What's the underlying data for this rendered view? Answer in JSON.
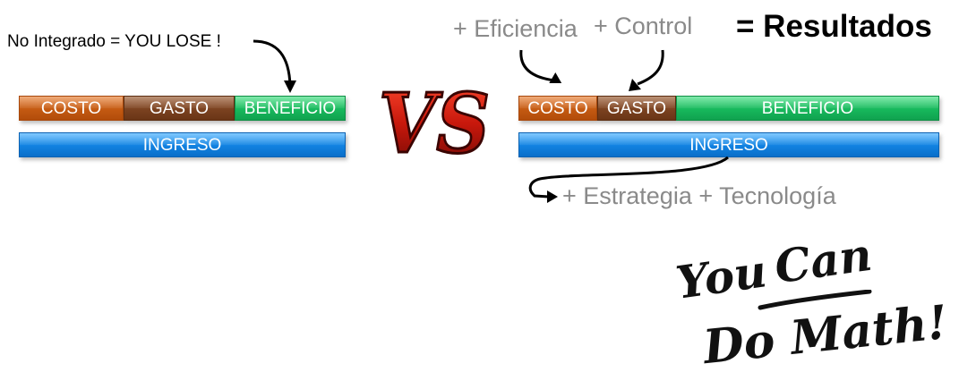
{
  "left": {
    "caption": "No Integrado = YOU LOSE !",
    "segments": [
      "COSTO",
      "GASTO",
      "BENEFICIO"
    ],
    "income": "INGRESO"
  },
  "vs_label": "VS",
  "right": {
    "annotations": {
      "efficiency": "+ Eficiencia",
      "control": "+ Control",
      "result": "= Resultados",
      "strategy": "+ Estrategia + Tecnología"
    },
    "segments": [
      "COSTO",
      "GASTO",
      "BENEFICIO"
    ],
    "income": "INGRESO"
  },
  "slogan": {
    "line1_a": "You",
    "line1_b": "Can",
    "line2": "Do Math!"
  },
  "colors": {
    "cost": "#c45a12",
    "expense": "#7b4220",
    "profit": "#17b85c",
    "income": "#1181e0",
    "vs_red": "#b8140c",
    "annotation_grey": "#8a8a8a"
  }
}
